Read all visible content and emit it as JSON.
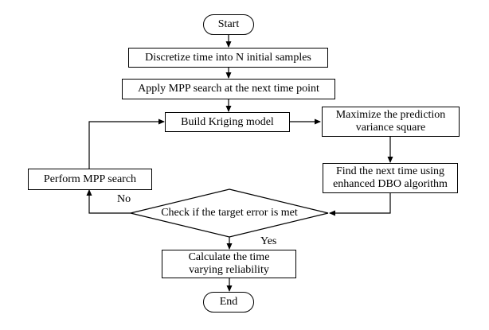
{
  "flowchart": {
    "start": "Start",
    "discretize": "Discretize time into N initial samples",
    "apply_mpp": "Apply MPP search at the next time point",
    "build_kriging": "Build Kriging model",
    "maximize_line1": "Maximize the prediction",
    "maximize_line2": "variance square",
    "find_line1": "Find the next time using",
    "find_line2": "enhanced DBO algorithm",
    "check": "Check if the target error is met",
    "perform_mpp": "Perform MPP search",
    "no_label": "No",
    "yes_label": "Yes",
    "calc_line1": "Calculate the time",
    "calc_line2": "varying reliability",
    "end": "End"
  }
}
